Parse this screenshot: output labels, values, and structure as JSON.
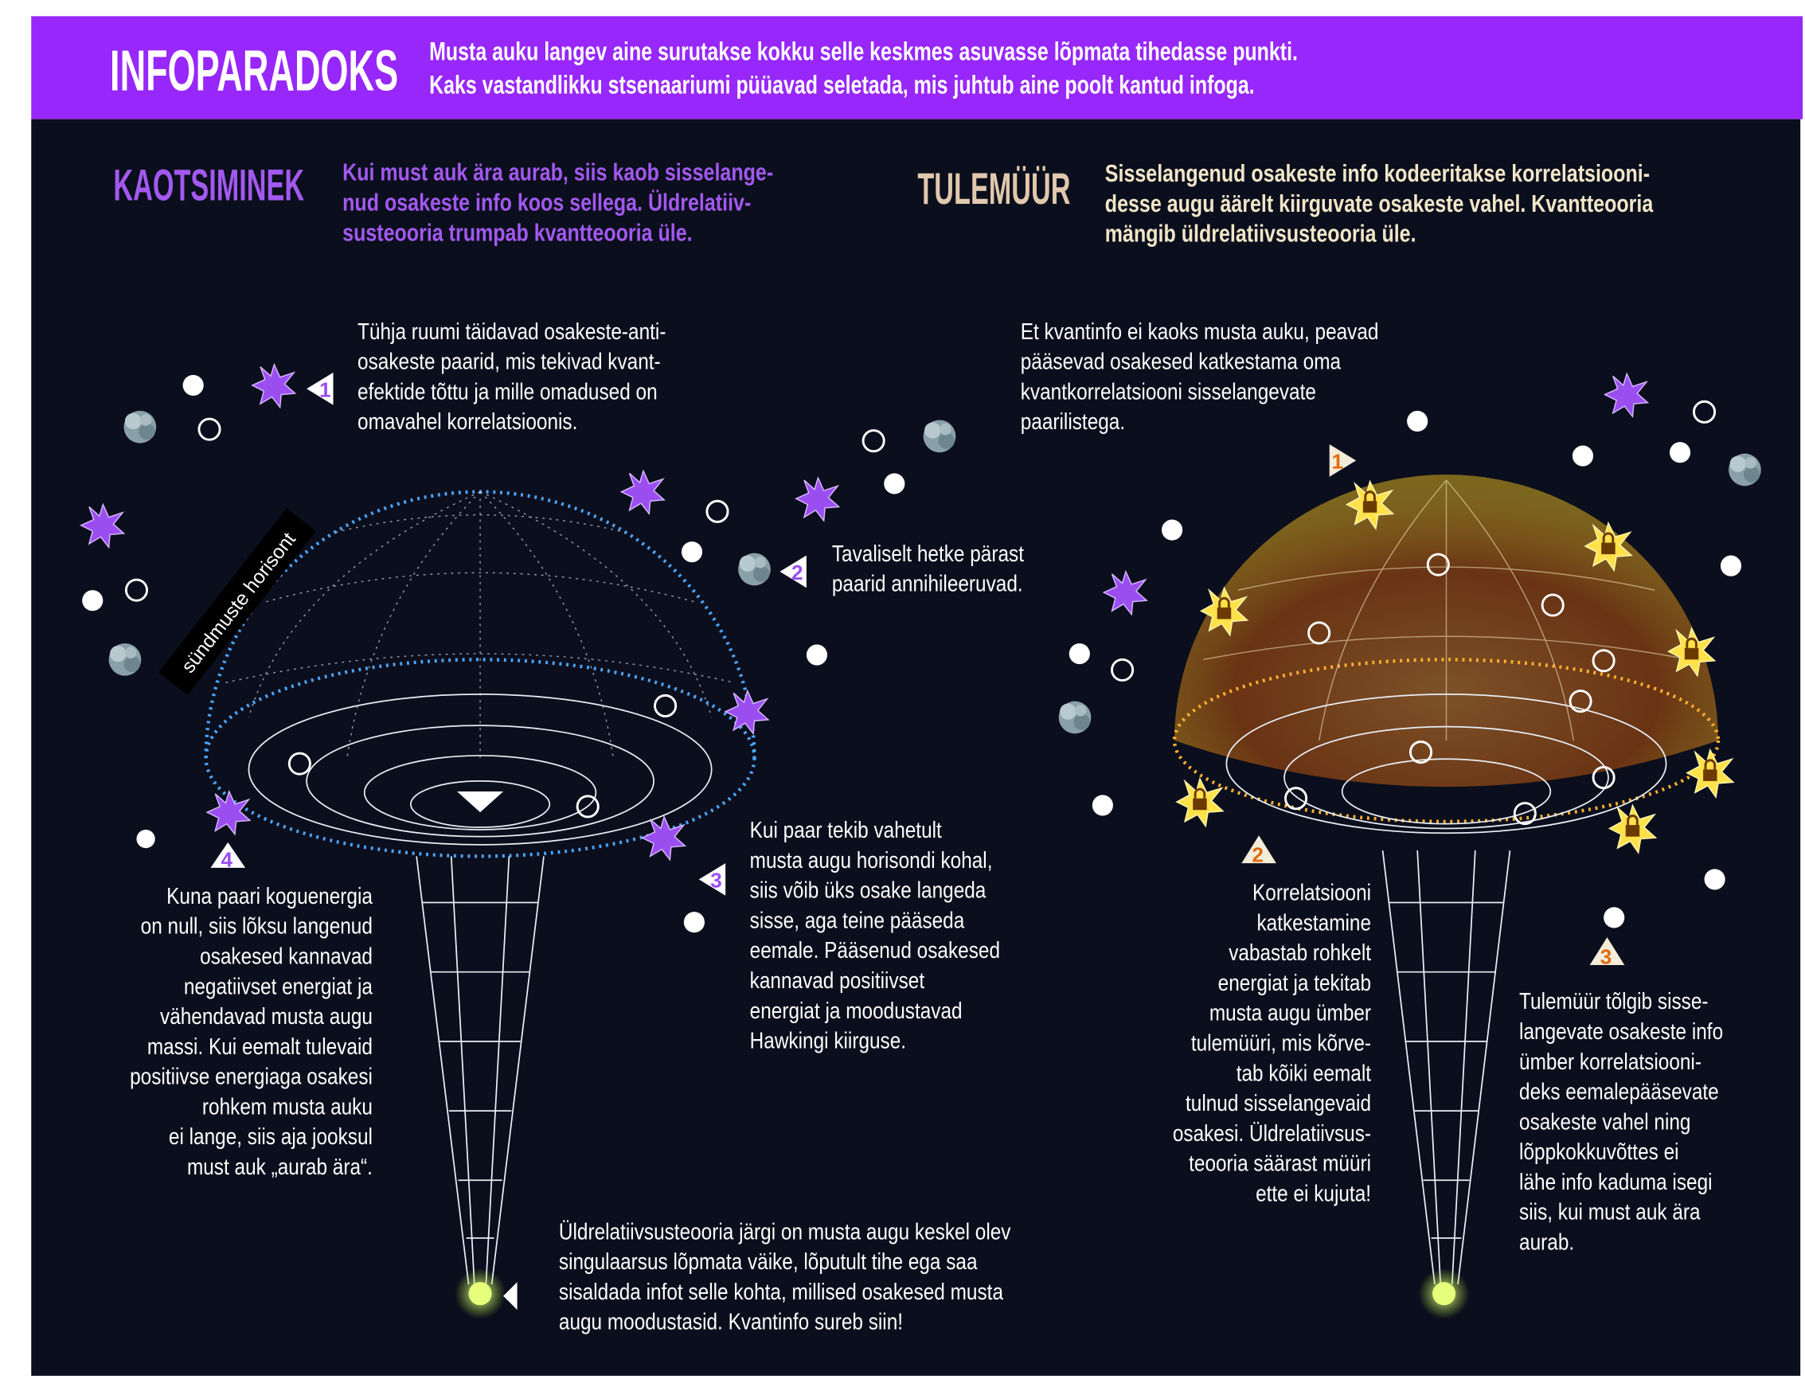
{
  "header": {
    "title": "INFOPARADOKS",
    "intro": [
      "Musta auku langev aine surutakse kokku selle keskmes asuvasse lõpmata tihedasse punkti.",
      "Kaks vastandlikku stsenaariumi püüavad seletada, mis juhtub aine poolt kantud infoga."
    ]
  },
  "left": {
    "heading": "KAOTSIMINEK",
    "summary": [
      "Kui must auk ära aurab, siis kaob sisselange-",
      "nud osakeste info koos sellega. Üldrelatiiv-",
      "susteooria trumpab kvantteooria üle."
    ],
    "horizon_label": "sündmuste horisont",
    "step1": [
      "Tühja ruumi täidavad osakeste-anti-",
      "osakeste paarid, mis tekivad kvant-",
      "efektide tõttu ja mille omadused on",
      "omavahel korrelatsioonis."
    ],
    "step2": [
      "Tavaliselt hetke pärast",
      "paarid annihileeruvad."
    ],
    "step3": [
      "Kui paar tekib vahetult",
      "musta augu horisondi kohal,",
      "siis võib üks osake langeda",
      "sisse, aga teine pääseda",
      "eemale. Pääsenud osakesed",
      "kannavad positiivset",
      "energiat ja moodustavad",
      "Hawkingi kiirguse."
    ],
    "step4": [
      "Kuna paari koguenergia",
      "on null, siis lõksu langenud",
      "osakesed kannavad",
      "negatiivset energiat ja",
      "vähendavad musta augu",
      "massi. Kui eemalt tulevaid",
      "positiivse energiaga osakesi",
      "rohkem musta auku",
      "ei lange, siis aja jooksul",
      "must auk „aurab ära“."
    ],
    "singularity": [
      "Üldrelatiivsusteooria järgi on musta augu keskel olev",
      "singulaarsus lõpmata väike, lõputult tihe ega saa",
      "sisaldada infot selle kohta, millised osakesed musta",
      "augu moodustasid. Kvantinfo sureb siin!"
    ],
    "markers": [
      "1",
      "2",
      "3",
      "4"
    ]
  },
  "right": {
    "heading": "TULEMÜÜR",
    "summary": [
      "Sisselangenud osakeste info kodeeritakse korrelatsiooni-",
      "desse augu äärelt kiirguvate osakeste vahel. Kvantteooria",
      "mängib üldrelatiivsusteooria üle."
    ],
    "step1": [
      "Et kvantinfo ei kaoks musta auku, peavad",
      "pääsevad osakesed katkestama oma",
      "kvantkorrelatsiooni sisselangevate",
      "paarilistega."
    ],
    "step2": [
      "Korrelatsiooni",
      "katkestamine",
      "vabastab rohkelt",
      "energiat ja tekitab",
      "musta augu ümber",
      "tulemüüri, mis kõrve-",
      "tab kõiki eemalt",
      "tulnud sisselangevaid",
      "osakesi. Üldrelatiivsus-",
      "teooria säärast müüri",
      "ette ei kujuta!"
    ],
    "step3": [
      "Tulemüür tõlgib sisse-",
      "langevate osakeste info",
      "ümber korrelatsiooni-",
      "deks eemalepääsevate",
      "osakeste vahel ning",
      "lõppkokkuvõttes ei",
      "lähe info kaduma isegi",
      "siis, kui must auk ära",
      "aurab."
    ],
    "markers": [
      "1",
      "2",
      "3"
    ]
  },
  "colors": {
    "band": "#9727fa",
    "panel": "#0b0e1c",
    "left_accent": "#a259f0",
    "right_heading": "#e0c8ae",
    "right_text": "#f0e6c8",
    "firewall": "#e08a20"
  }
}
